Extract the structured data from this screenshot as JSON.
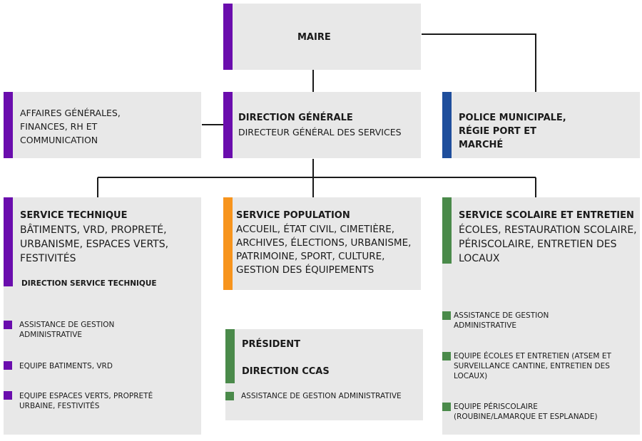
{
  "maire": {
    "title": "MAIRE"
  },
  "affaires": {
    "text": "AFFAIRES GÉNÉRALES, FINANCES, RH ET COMMUNICATION"
  },
  "direction_generale": {
    "title": "DIRECTION GÉNÉRALE",
    "subtitle": "DIRECTEUR GÉNÉRAL DES SERVICES"
  },
  "police": {
    "title": "POLICE MUNICIPALE, RÉGIE PORT ET MARCHÉ"
  },
  "service_technique": {
    "title": "SERVICE TECHNIQUE",
    "description": "BÂTIMENTS, VRD, PROPRETÉ, URBANISME, ESPACES VERTS, FESTIVITÉS",
    "direction": "DIRECTION SERVICE TECHNIQUE",
    "items": [
      "ASSISTANCE DE GESTION ADMINISTRATIVE",
      "EQUIPE BATIMENTS, VRD",
      "EQUIPE ESPACES VERTS, PROPRETÉ URBAINE, FESTIVITÉS"
    ]
  },
  "service_population": {
    "title": "SERVICE POPULATION",
    "description": "ACCUEIL, ÉTAT CIVIL, CIMETIÈRE, ARCHIVES, ÉLECTIONS, URBANISME, PATRIMOINE, SPORT, CULTURE, GESTION DES ÉQUIPEMENTS"
  },
  "ccas": {
    "president": "PRÉSIDENT",
    "direction": "DIRECTION CCAS",
    "item": "ASSISTANCE DE GESTION ADMINISTRATIVE"
  },
  "service_scolaire": {
    "title": "SERVICE SCOLAIRE ET ENTRETIEN",
    "description": "ÉCOLES, RESTAURATION SCOLAIRE, PÉRISCOLAIRE, ENTRETIEN DES LOCAUX",
    "items": [
      "ASSISTANCE DE GESTION ADMINISTRATIVE",
      "EQUIPE ÉCOLES ET ENTRETIEN (ATSEM ET SURVEILLANCE CANTINE, ENTRETIEN DES LOCAUX)",
      "EQUIPE PÉRISCOLAIRE (ROUBINE/LAMARQUE ET ESPLANADE)"
    ]
  },
  "colors": {
    "purple": "#6a0dad",
    "blue": "#1f4e9c",
    "orange": "#f7941d",
    "green": "#4a8a4a",
    "box": "#e8e8e8"
  }
}
